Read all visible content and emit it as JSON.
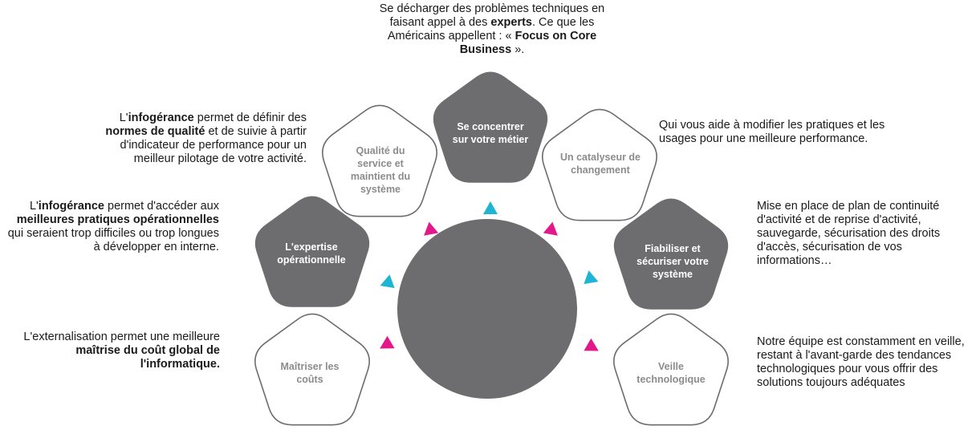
{
  "colors": {
    "dark_fill": "#6d6d70",
    "outline": "#6d6d70",
    "cyan": "#1eb4d4",
    "magenta": "#e3198b",
    "light_label": "#8c8c8e"
  },
  "center_circle": {},
  "pentagons": [
    {
      "id": "se-concentrer",
      "label": "Se concentrer sur votre métier",
      "style": "filled"
    },
    {
      "id": "qualite",
      "label": "Qualité du service et maintient du système",
      "style": "outline"
    },
    {
      "id": "catalyseur",
      "label": "Un catalyseur de changement",
      "style": "outline"
    },
    {
      "id": "expertise",
      "label": "L'expertise opérationnelle",
      "style": "filled"
    },
    {
      "id": "fiabiliser",
      "label": "Fiabiliser et sécuriser votre système",
      "style": "filled"
    },
    {
      "id": "maitriser",
      "label": "Maîtriser les coûts",
      "style": "outline"
    },
    {
      "id": "veille",
      "label": "Veille technologique",
      "style": "outline"
    }
  ],
  "descriptions": {
    "top": [
      {
        "t": "Se décharger des problèmes techniques en faisant appel à des "
      },
      {
        "t": "experts",
        "b": true
      },
      {
        "t": ". Ce que les Américains appellent : « "
      },
      {
        "t": "Focus on Core Business",
        "b": true
      },
      {
        "t": " »."
      }
    ],
    "qualite": [
      {
        "t": "L'"
      },
      {
        "t": "infogérance",
        "b": true
      },
      {
        "t": " permet de définir des "
      },
      {
        "t": "normes de qualité",
        "b": true
      },
      {
        "t": " et de suivie à partir d'indicateur de performance pour un meilleur pilotage de votre activité."
      }
    ],
    "catalyseur": [
      {
        "t": "Qui vous aide à modifier les pratiques et les usages pour une meilleure performance."
      }
    ],
    "expertise": [
      {
        "t": "L'"
      },
      {
        "t": "infogérance",
        "b": true
      },
      {
        "t": " permet d'accéder aux "
      },
      {
        "t": "meilleures pratiques opérationnelles",
        "b": true
      },
      {
        "t": " qui seraient trop difficiles ou trop longues à développer en interne."
      }
    ],
    "fiabiliser": [
      {
        "t": "Mise en place de plan de continuité d'activité et de reprise d'activité, sauvegarde, sécurisation des droits d'accès, sécurisation de vos informations…"
      }
    ],
    "maitriser": [
      {
        "t": "L'externalisation permet  une meilleure "
      },
      {
        "t": "maîtrise du coût global de l'informatique.",
        "b": true
      }
    ],
    "veille": [
      {
        "t": "Notre équipe est constamment en veille, restant à l'avant-garde des tendances technologiques pour vous offrir des solutions toujours adéquates"
      }
    ]
  }
}
